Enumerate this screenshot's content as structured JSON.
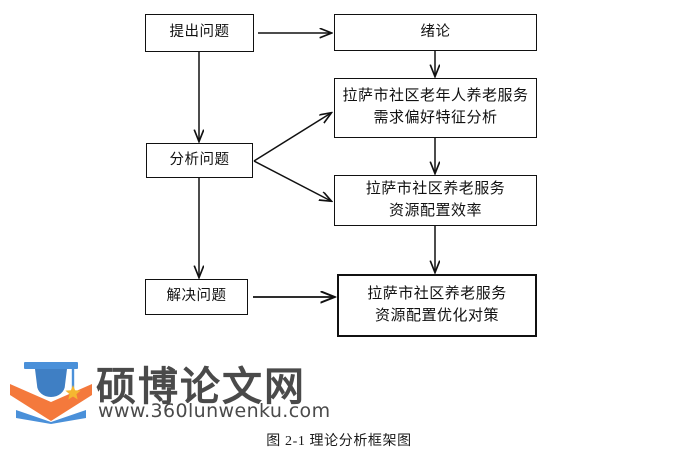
{
  "figure": {
    "caption": "图 2-1  理论分析框架图",
    "background_color": "#ffffff",
    "line_color": "#111111"
  },
  "nodes": {
    "raise_question": {
      "label": "提出问题"
    },
    "introduction": {
      "label": "绪论"
    },
    "analyze_question": {
      "label": "分析问题"
    },
    "demand_preference": {
      "label": "拉萨市社区老年人养老服务\n需求偏好特征分析"
    },
    "resource_efficiency": {
      "label": "拉萨市社区养老服务\n资源配置效率"
    },
    "solve_question": {
      "label": "解决问题"
    },
    "optimization_strategy": {
      "label": "拉萨市社区养老服务\n资源配置优化对策"
    }
  },
  "watermark": {
    "brand_cn": "硕博论文网",
    "brand_url": "www.360lunwenku.com",
    "cap_color": "#4a90d9",
    "book_color": "#f4793c",
    "book_base_color": "#4a90d9",
    "star_color": "#f5b731",
    "text_color": "#4a4a4a"
  }
}
